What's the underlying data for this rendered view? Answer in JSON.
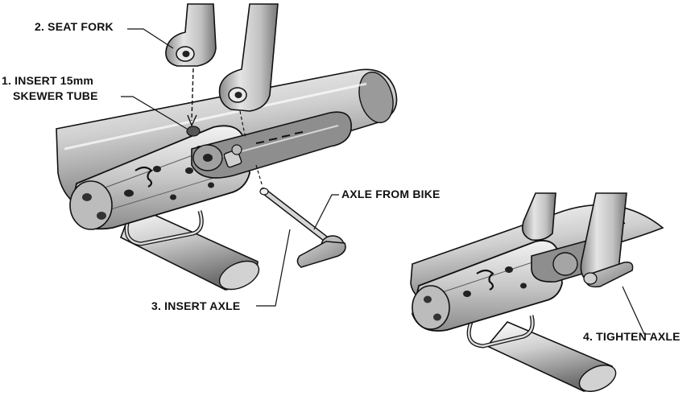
{
  "labels": {
    "seat_fork": "2. SEAT FORK",
    "insert_tube_line1": "1. INSERT 15mm",
    "insert_tube_line2": "SKEWER  TUBE",
    "axle_from_bike": "AXLE FROM BIKE",
    "insert_axle": "3. INSERT AXLE",
    "tighten_axle": "4. TIGHTEN AXLE"
  },
  "colors": {
    "ink": "#111111",
    "tube_light": "#e6e6e6",
    "tube_mid": "#b4b4b4",
    "tube_dark": "#6e6e6e",
    "background": "#ffffff"
  }
}
